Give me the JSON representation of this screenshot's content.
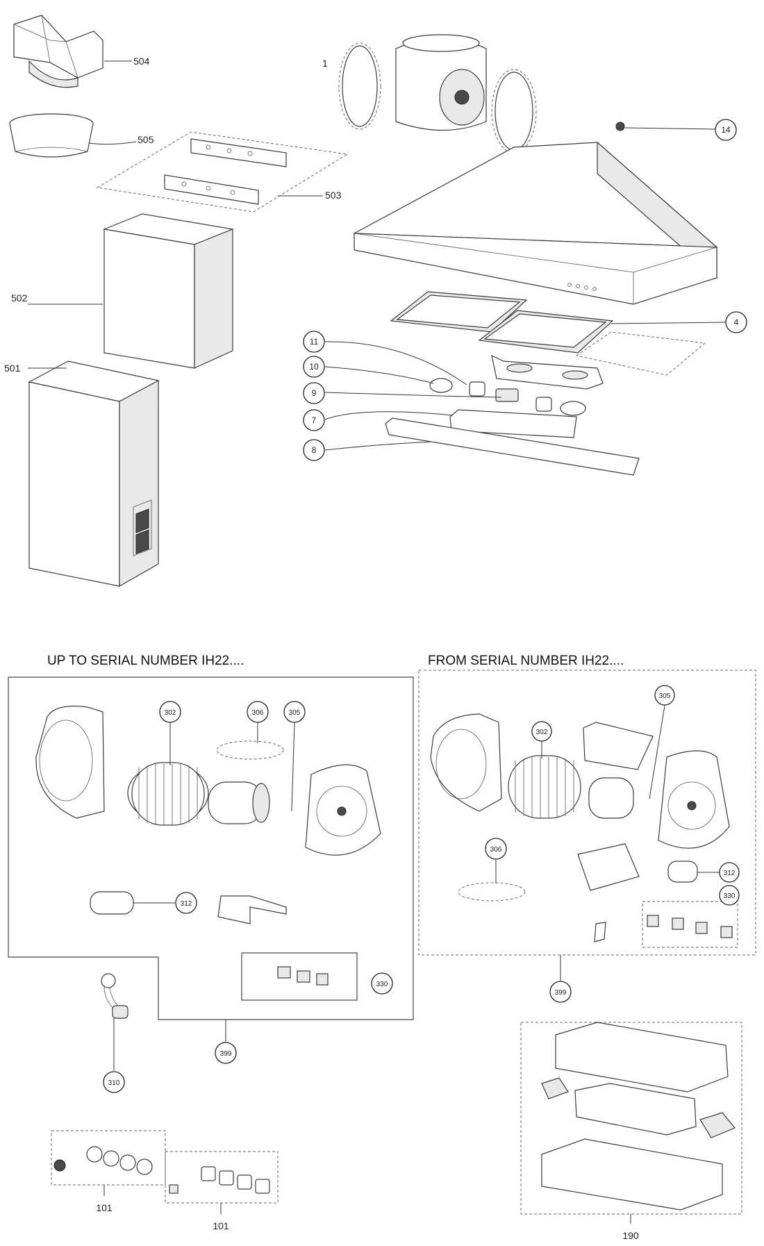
{
  "sections": {
    "left_title": "UP TO SERIAL NUMBER IH22....",
    "right_title": "FROM SERIAL NUMBER IH22...."
  },
  "labels": {
    "p504": "504",
    "p505": "505",
    "p503": "503",
    "p502": "502",
    "p501": "501",
    "p1": "1",
    "p14": "14",
    "p4": "4",
    "p11": "11",
    "p10": "10",
    "p9": "9",
    "p7": "7",
    "p8": "8",
    "l302": "302",
    "l306": "306",
    "l305": "305",
    "l312": "312",
    "l330": "330",
    "l399": "399",
    "l310": "310",
    "l101a": "101",
    "l101b": "101",
    "r305": "305",
    "r302": "302",
    "r306": "306",
    "r312": "312",
    "r330": "330",
    "r399": "399",
    "r190": "190"
  }
}
